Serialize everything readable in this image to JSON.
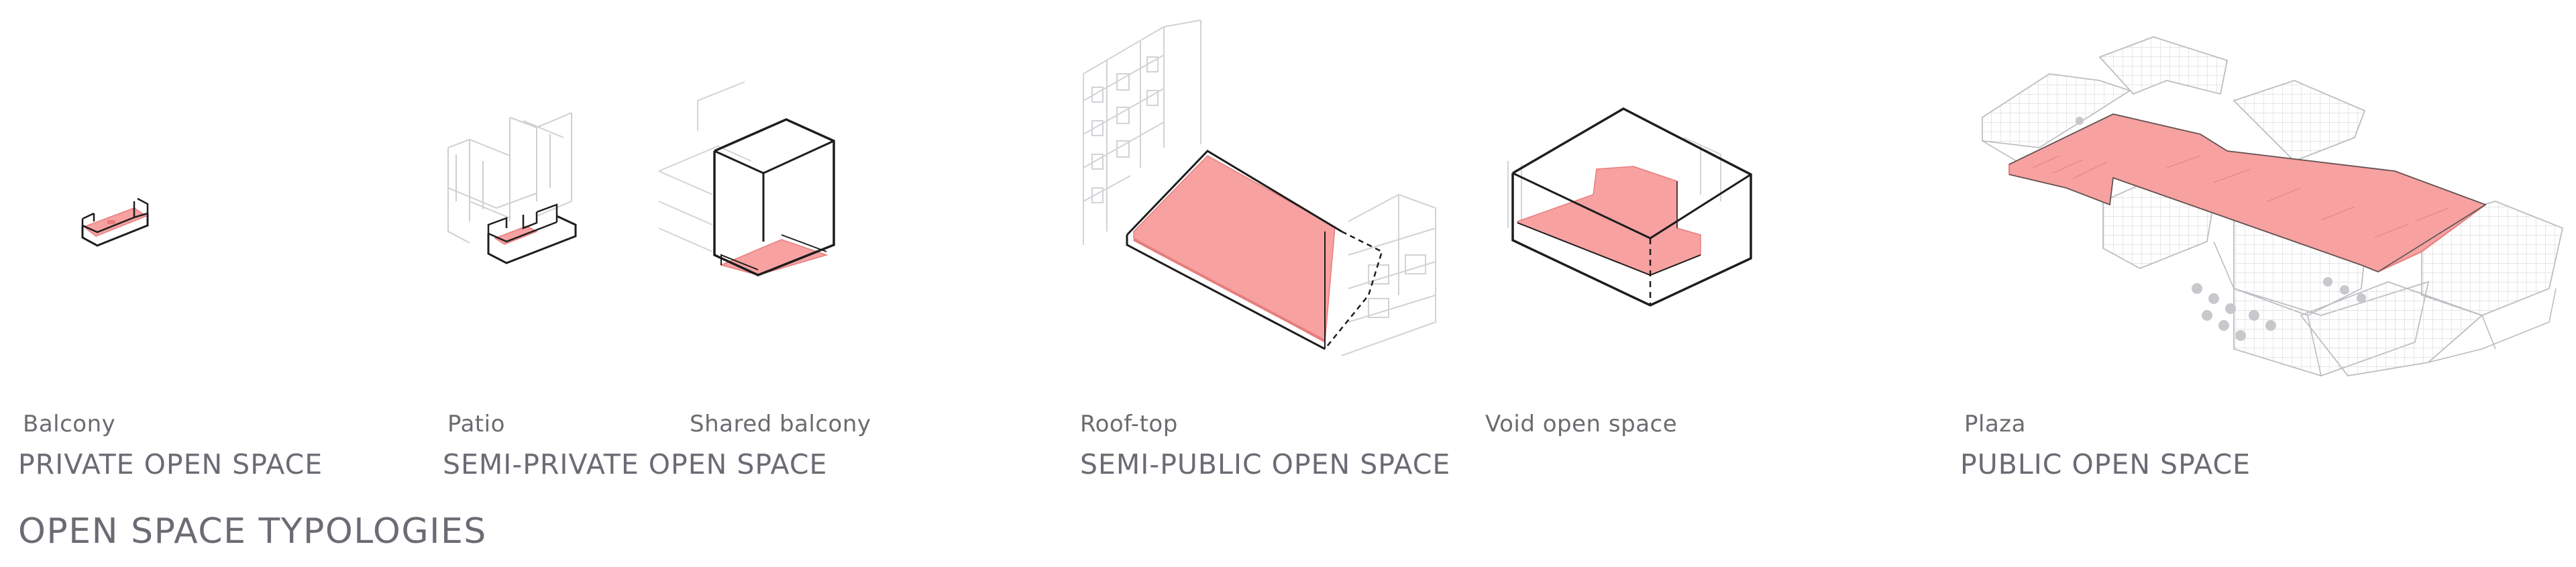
{
  "title": "OPEN SPACE TYPOLOGIES",
  "colors": {
    "highlight": "#f7a1a1",
    "highlight_stroke": "#e77d7d",
    "context_line": "#cfcfd4",
    "outline": "#1d1d1d",
    "text": "#6b6b70"
  },
  "categories": {
    "private": "PRIVATE OPEN SPACE",
    "semi_private": "SEMI-PRIVATE OPEN SPACE",
    "semi_public": "SEMI-PUBLIC OPEN SPACE",
    "public": "PUBLIC OPEN SPACE"
  },
  "typologies": {
    "balcony": "Balcony",
    "patio": "Patio",
    "shared_balcony": "Shared balcony",
    "roof_top": "Roof-top",
    "void": "Void open space",
    "plaza": "Plaza"
  }
}
